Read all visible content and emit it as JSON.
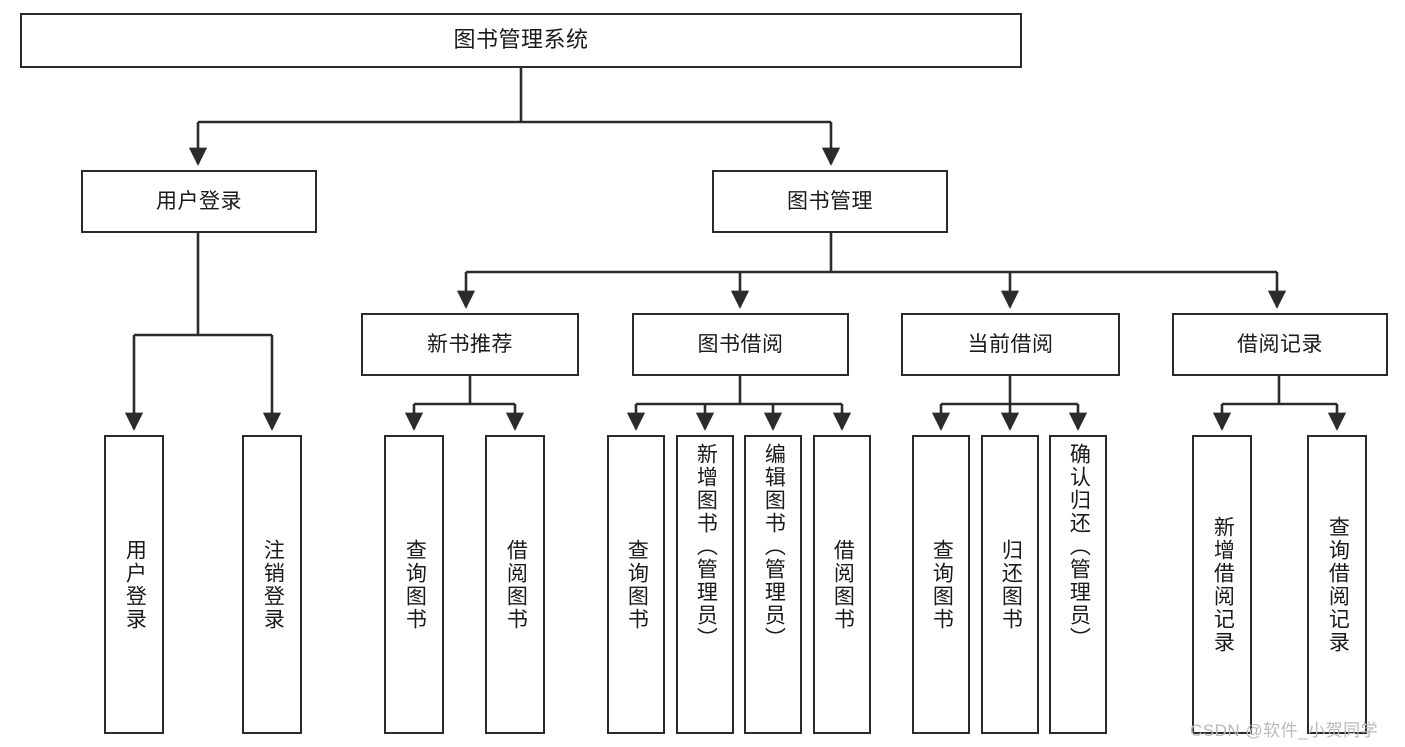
{
  "diagram": {
    "title": "图书管理系统",
    "type": "tree-hierarchy",
    "stroke_color": "#2b2b2b",
    "fill_color": "#ffffff",
    "text_color": "#1a1a1a"
  },
  "watermark": {
    "text": "CSDN @软件_小贺同学"
  },
  "nodes": {
    "root": {
      "label": "图书管理系统"
    },
    "level1": [
      {
        "label": "用户登录"
      },
      {
        "label": "图书管理"
      }
    ],
    "level2": [
      {
        "label": "新书推荐"
      },
      {
        "label": "图书借阅"
      },
      {
        "label": "当前借阅"
      },
      {
        "label": "借阅记录"
      }
    ],
    "leaves_user_login": [
      {
        "label": "用户登录"
      },
      {
        "label": "注销登录"
      }
    ],
    "leaves_new_book": [
      {
        "label": "查询图书"
      },
      {
        "label": "借阅图书"
      }
    ],
    "leaves_borrow": [
      {
        "label": "查询图书"
      },
      {
        "label": "新增图书（管理员）"
      },
      {
        "label": "编辑图书（管理员）"
      },
      {
        "label": "借阅图书"
      }
    ],
    "leaves_current": [
      {
        "label": "查询图书"
      },
      {
        "label": "归还图书"
      },
      {
        "label": "确认归还（管理员）"
      }
    ],
    "leaves_record": [
      {
        "label": "新增借阅记录"
      },
      {
        "label": "查询借阅记录"
      }
    ]
  }
}
